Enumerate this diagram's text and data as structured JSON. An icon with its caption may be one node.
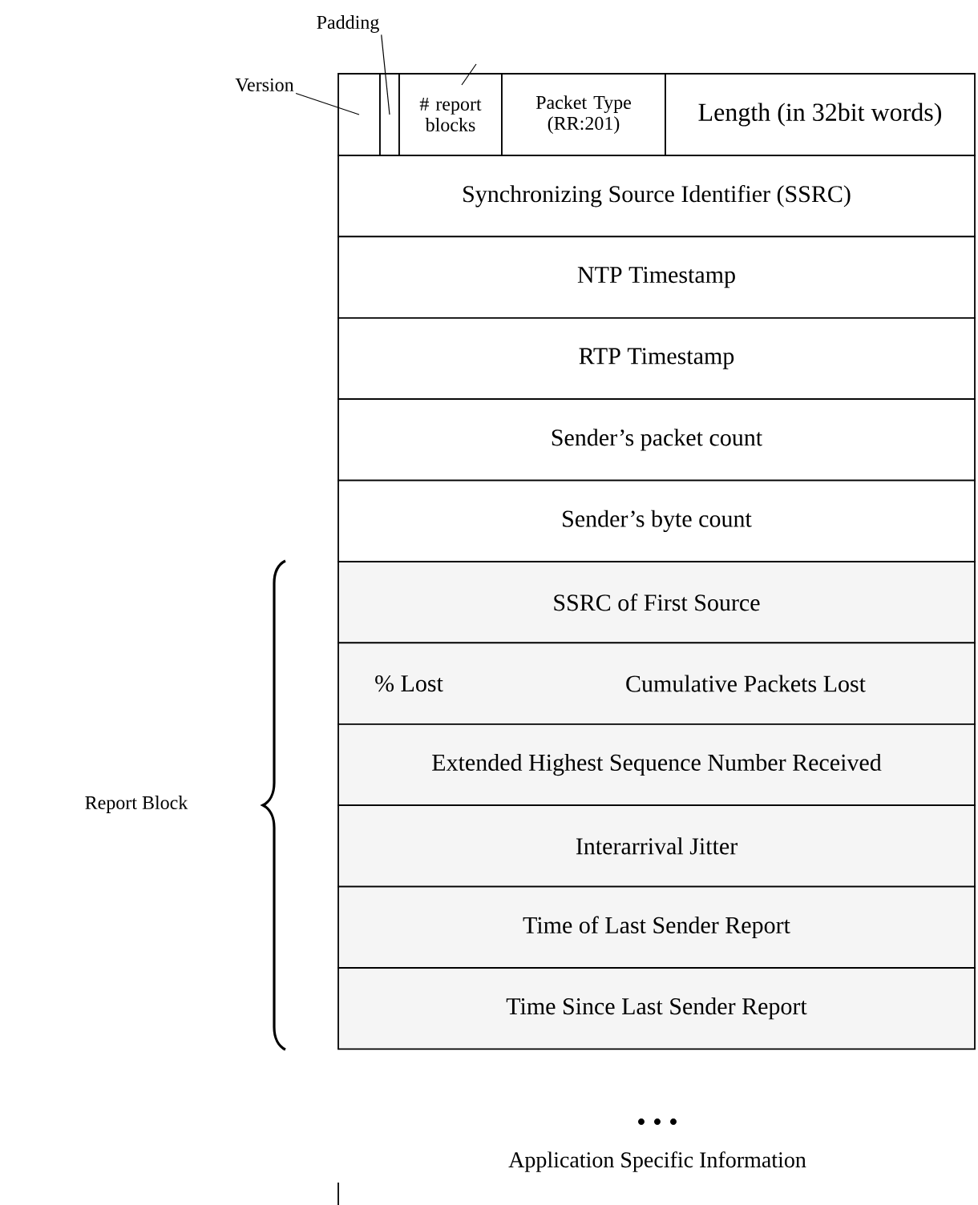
{
  "diagram": {
    "nodes": [
      {
        "text": [
          "Version"
        ]
      },
      {
        "text": [
          "Padding"
        ]
      },
      {
        "text": [],
        "shape": "box"
      },
      {
        "text": [],
        "shape": "box"
      },
      {
        "text": [
          "# report blocks"
        ]
      },
      {
        "text": [
          "Packet Type (RR:201)"
        ]
      },
      {
        "text": [
          "Length (in 32bit words)"
        ]
      },
      {
        "text": [
          "Synchronizing Source Identifier (SSRC)"
        ]
      },
      {
        "text": [
          "NTP Timestamp"
        ]
      },
      {
        "text": [
          "RTP Timestamp"
        ]
      },
      {
        "text": [
          "Sender’s packet count"
        ]
      },
      {
        "text": [
          "Sender’s byte count"
        ]
      },
      {
        "text": [
          "SSRC of First Source"
        ]
      },
      {
        "text": [
          "% Lost",
          "Cumulative Packets Lost"
        ]
      },
      {
        "text": [
          "Extended Highest Sequence Number Received"
        ]
      },
      {
        "text": [
          "Interarrival Jitter"
        ]
      },
      {
        "text": [
          "Time of Last Sender Report"
        ]
      },
      {
        "text": [
          "Time Since Last Sender Report"
        ]
      }
    ],
    "edges": [
      {
        "from": 0,
        "to": 2,
        "arrow": "none"
      },
      {
        "from": 1,
        "to": 3,
        "arrow": "none"
      },
      {
        "from": 4,
        "to": null,
        "arrow": "none"
      }
    ],
    "labels": [
      "Report Block",
      "Application Specific Information"
    ]
  }
}
